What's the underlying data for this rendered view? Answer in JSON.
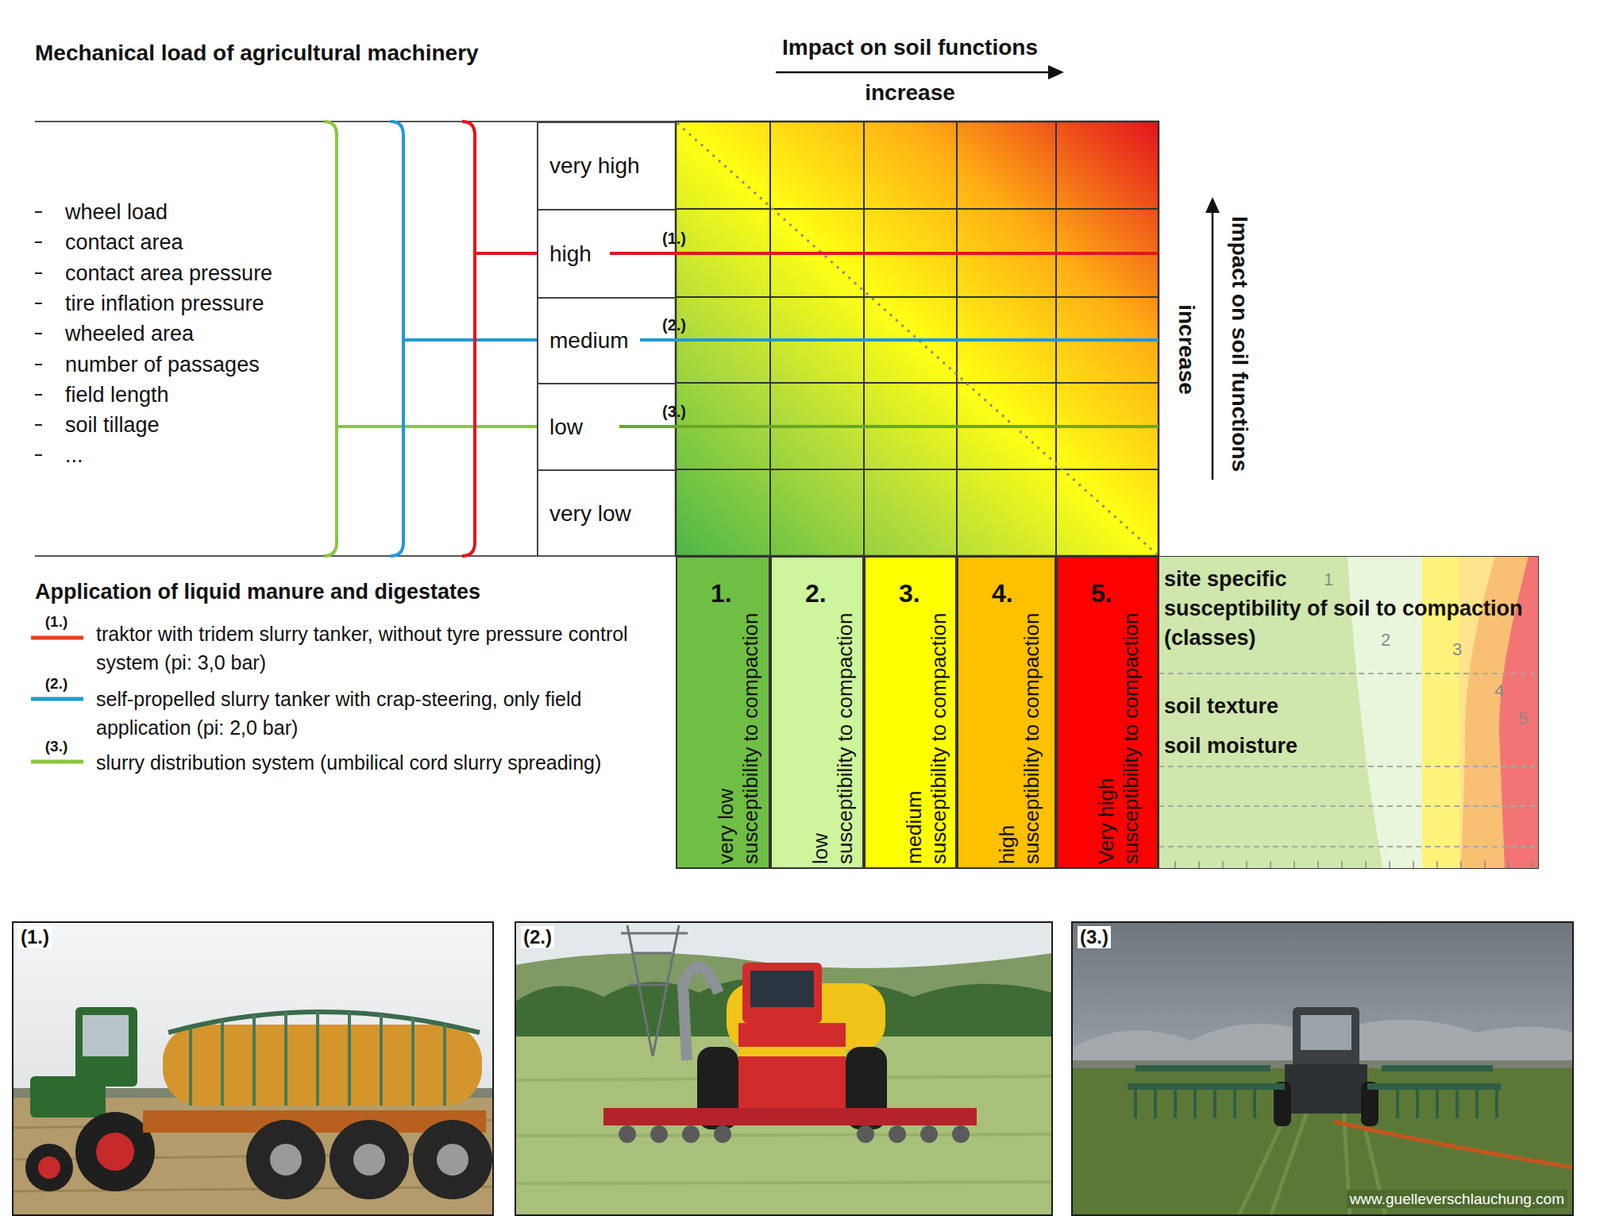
{
  "diagram": {
    "title": "Mechanical load of agricultural machinery",
    "nodes": [
      {
        "text": [
          "very high"
        ]
      },
      {
        "text": [
          "high"
        ]
      },
      {
        "text": [
          "medium"
        ]
      },
      {
        "text": [
          "low"
        ]
      },
      {
        "text": [
          "very low"
        ]
      },
      {
        "text": [
          "1.",
          "very low",
          "susceptibility to compaction"
        ]
      },
      {
        "text": [
          "2.",
          "low",
          "susceptibility to compaction"
        ]
      },
      {
        "text": [
          "3.",
          "medium",
          "susceptibility to compaction"
        ]
      },
      {
        "text": [
          "4.",
          "high",
          "susceptibility to compaction"
        ]
      },
      {
        "text": [
          "5.",
          "Very high",
          "susceptibility to compaction"
        ]
      },
      {
        "text": [
          "site specific susceptibility of soil to compaction (classes)",
          "soil texture",
          "soil moisture"
        ]
      },
      {
        "text": [
          "(1.)"
        ]
      },
      {
        "text": [
          "(2.)"
        ]
      },
      {
        "text": [
          "(3.)",
          "www.guelleverschlauchung.com"
        ]
      }
    ],
    "labels": [
      "Impact on soil functions",
      "increase",
      "Impact on soil functions",
      "increase",
      "wheel load",
      "contact area",
      "contact area pressure",
      "tire inflation pressure",
      "wheeled area",
      "number of passages",
      "field length",
      "soil tillage",
      "...",
      "(1.)",
      "(2.)",
      "(3.)",
      "Application of liquid manure and digestates",
      "(1.)",
      "(2.)",
      "(3.)",
      "1",
      "2",
      "3",
      "4",
      "5"
    ],
    "legend": [
      {
        "text": "traktor with tridem slurry tanker, without tyre pressure control system (pi: 3,0 bar)"
      },
      {
        "text": "self-propelled slurry tanker with crap-steering, only field application (pi: 2,0 bar)"
      },
      {
        "text": "slurry distribution system (umbilical cord slurry spreading)"
      }
    ]
  }
}
